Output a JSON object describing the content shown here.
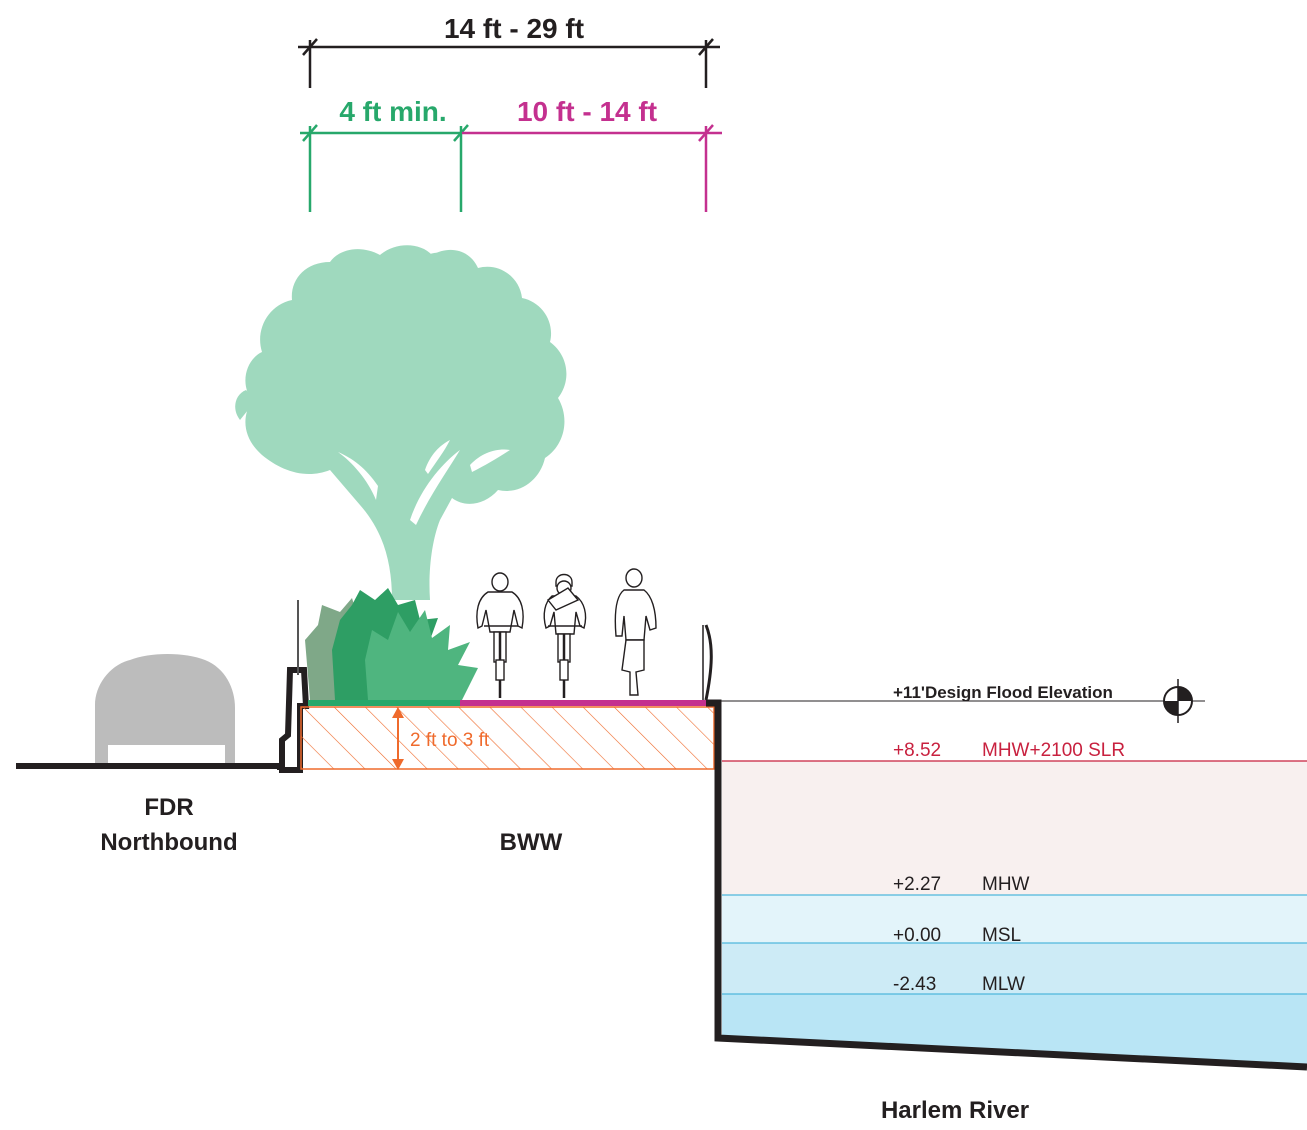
{
  "colors": {
    "black": "#231f20",
    "green": "#27a86b",
    "magenta": "#c4308f",
    "orange": "#ef6a2c",
    "tree": "#9fd9be",
    "shrub_dark": "#2e9e64",
    "shrub_mid": "#4fb57f",
    "shrub_light": "#7fa888",
    "car": "#bcbcbc",
    "slr_red": "#c8213f",
    "water_line": "#4fb6dc",
    "band_slr": "#f8f0ef",
    "band_mhw": "#e3f4fa",
    "band_msl": "#cdebf6",
    "band_mlw": "#b9e5f5"
  },
  "dimensions": {
    "total": "14 ft - 29 ft",
    "planting": "4 ft min.",
    "path": "10 ft - 14 ft",
    "raise": "2 ft to 3 ft"
  },
  "labels": {
    "fdr_line1": "FDR",
    "fdr_line2": "Northbound",
    "bww": "BWW",
    "river": "Harlem River"
  },
  "elevations": {
    "flood": "+11'Design Flood Elevation",
    "slr_value": "+8.52",
    "slr_name": "MHW+2100 SLR",
    "mhw_value": "+2.27",
    "mhw_name": "MHW",
    "msl_value": "+0.00",
    "msl_name": "MSL",
    "mlw_value": "-2.43",
    "mlw_name": "MLW"
  },
  "icons": {
    "tree": "tree-icon",
    "shrubs": "shrubs-icon",
    "car": "car-icon",
    "cyclist": "cyclist-icon",
    "pedestrian": "pedestrian-icon",
    "datum": "elevation-datum-icon"
  }
}
